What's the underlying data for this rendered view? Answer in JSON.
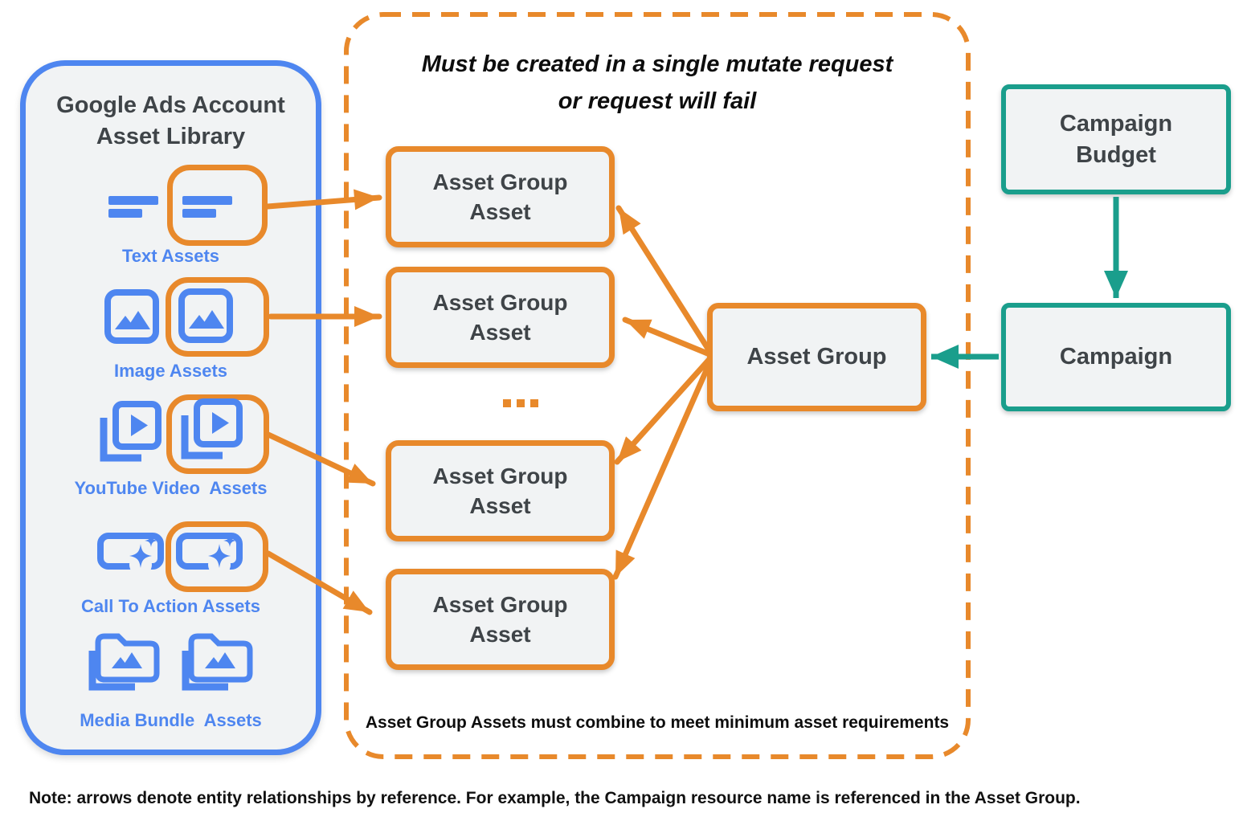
{
  "colors": {
    "orange": "#E8892B",
    "blue": "#4E86F0",
    "teal": "#1A9E8C",
    "fill": "#F1F3F4",
    "ink": "#3F4448"
  },
  "asset_library": {
    "title_line1": "Google Ads Account",
    "title_line2": "Asset Library",
    "items": [
      {
        "label": "Text Assets",
        "icon": "text-lines-icon"
      },
      {
        "label": "Image Assets",
        "icon": "image-photo-icon"
      },
      {
        "label": "YouTube Video  Assets",
        "icon": "video-library-icon"
      },
      {
        "label": "Call To Action Assets",
        "icon": "call-to-action-sparkle-icon"
      },
      {
        "label": "Media Bundle  Assets",
        "icon": "media-folder-icon"
      }
    ]
  },
  "mutate_panel": {
    "title_line1": "Must be created in a single mutate request",
    "title_line2": "or request will fail",
    "boxes": [
      {
        "line1": "Asset Group",
        "line2": "Asset"
      },
      {
        "line1": "Asset Group",
        "line2": "Asset"
      },
      {
        "line1": "Asset Group",
        "line2": "Asset"
      },
      {
        "line1": "Asset Group",
        "line2": "Asset"
      }
    ],
    "ellipsis": "...",
    "footnote": "Asset Group Assets must combine to meet minimum asset requirements"
  },
  "asset_group": {
    "label": "Asset Group"
  },
  "campaign_budget": {
    "line1": "Campaign",
    "line2": "Budget"
  },
  "campaign": {
    "label": "Campaign"
  },
  "note": "Note: arrows denote entity relationships by reference. For example, the Campaign resource name is referenced in the Asset Group."
}
